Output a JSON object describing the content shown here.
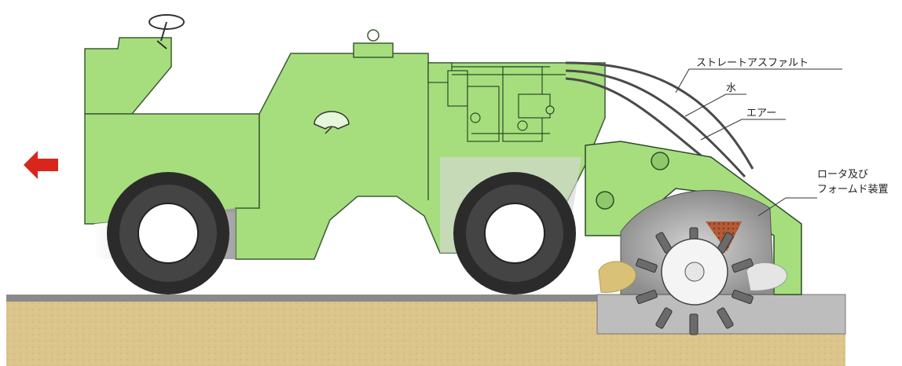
{
  "labels": {
    "straight_asphalt": "ストレートアスファルト",
    "water": "水",
    "air": "エアー",
    "rotor_line1": "ロータ及び",
    "rotor_line2": "フォームド装置"
  },
  "colors": {
    "body_green": "#a6de7e",
    "body_outline": "#3e5a35",
    "ground_sand": "#dcc58a",
    "pavement_grey": "#bcbcbc",
    "arrow_red": "#d9261c",
    "tire": "#2b2b2b",
    "foam_brown": "#b55a34"
  },
  "icons": {
    "direction_arrow": "left-arrow-icon",
    "steering": "steering-wheel-icon",
    "gauge": "gauge-icon"
  }
}
